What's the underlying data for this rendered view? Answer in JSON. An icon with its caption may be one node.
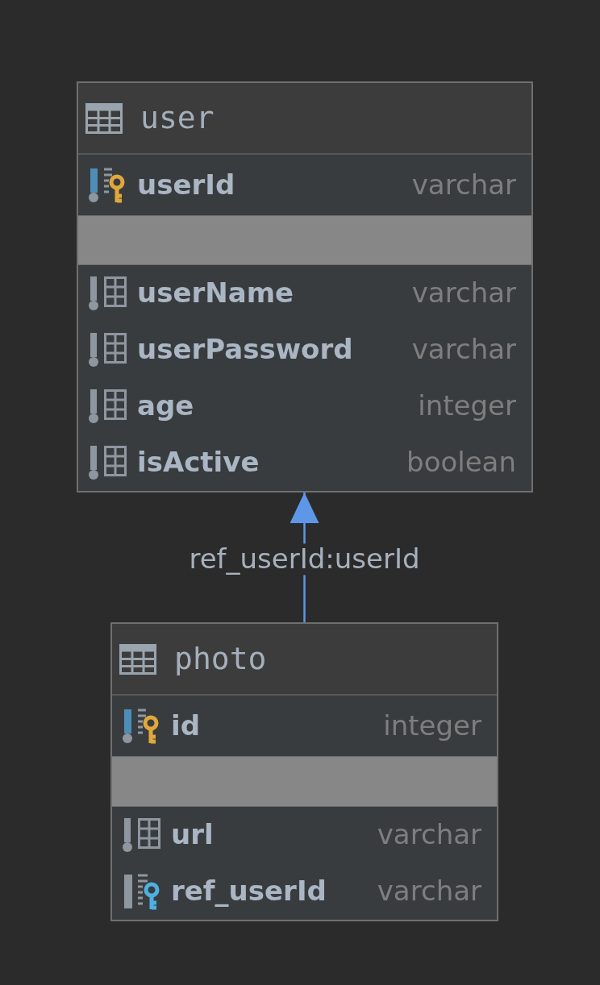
{
  "diagram": {
    "nodes": [
      {
        "text": [
          "user"
        ]
      },
      {
        "text": [
          "userId",
          "varchar"
        ],
        "in": 0
      },
      {
        "text": [],
        "shape": "bar",
        "in": 0
      },
      {
        "text": [
          "userName",
          "varchar"
        ],
        "in": 0
      },
      {
        "text": [
          "userPassword",
          "varchar"
        ],
        "in": 0
      },
      {
        "text": [
          "age",
          "integer"
        ],
        "in": 0
      },
      {
        "text": [
          "isActive",
          "boolean"
        ],
        "in": 0
      },
      {
        "text": [
          "photo"
        ]
      },
      {
        "text": [
          "id",
          "integer"
        ],
        "in": 7
      },
      {
        "text": [],
        "shape": "bar",
        "in": 7
      },
      {
        "text": [
          "url",
          "varchar"
        ],
        "in": 7
      },
      {
        "text": [
          "ref_userId",
          "varchar"
        ],
        "in": 7
      }
    ],
    "edges": [
      {
        "from": 7,
        "to": 0,
        "arrow": "to",
        "label": "ref_userId:userId"
      }
    ]
  }
}
